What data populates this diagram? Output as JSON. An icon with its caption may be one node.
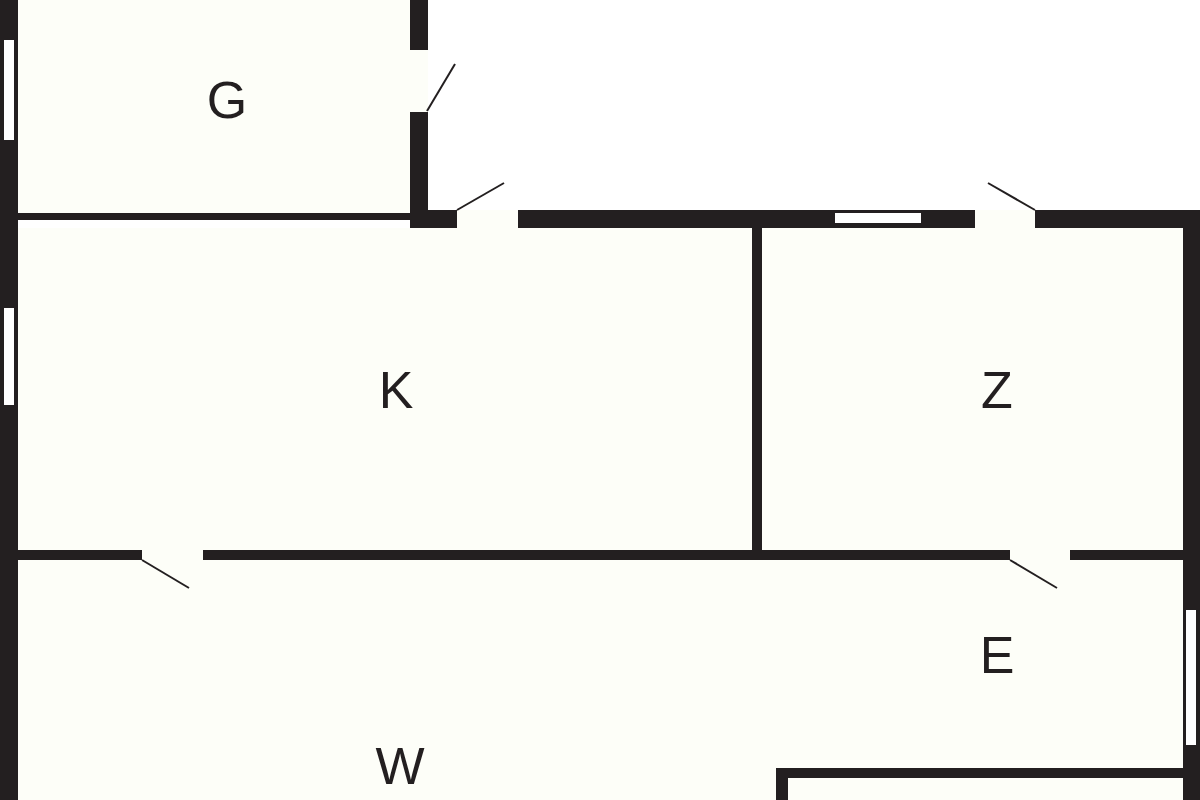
{
  "diagram": {
    "nodes": [
      {
        "text": [
          "G"
        ]
      },
      {
        "text": [
          "K"
        ]
      },
      {
        "text": [
          "Z"
        ]
      },
      {
        "text": [
          "E",
          "W"
        ]
      },
      {
        "text": [],
        "shape": "box",
        "in": 3
      }
    ]
  }
}
